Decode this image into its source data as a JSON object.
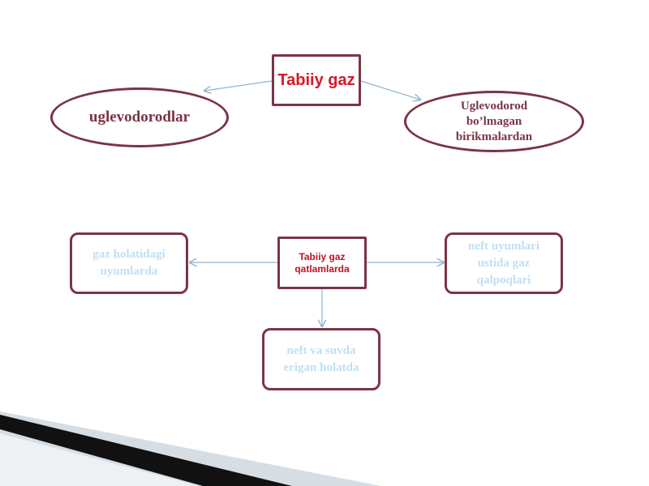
{
  "nodes": {
    "top": {
      "label": "Tabiiy gaz"
    },
    "left": {
      "label": "uglevodorodlar"
    },
    "right": {
      "label": "Uglevodorod bo’lmagan birikmalardan"
    },
    "middle": {
      "label": "Tabiiy gaz qatlamlarda"
    },
    "bottom_left": {
      "label": "gaz holatidagi uyumlarda"
    },
    "bottom_right": {
      "label": "neft uyumlari ustida gaz qalpoqlari"
    },
    "bottom": {
      "label": "neft va suvda erigan holatda"
    }
  },
  "colors": {
    "border": "#7a3544",
    "top_text": "#d11a2a",
    "middle_text": "#c1121f",
    "ellipse_text": "#7a3544",
    "faint_text": "#bfe0f2",
    "arrow": "#8fb4cc"
  }
}
